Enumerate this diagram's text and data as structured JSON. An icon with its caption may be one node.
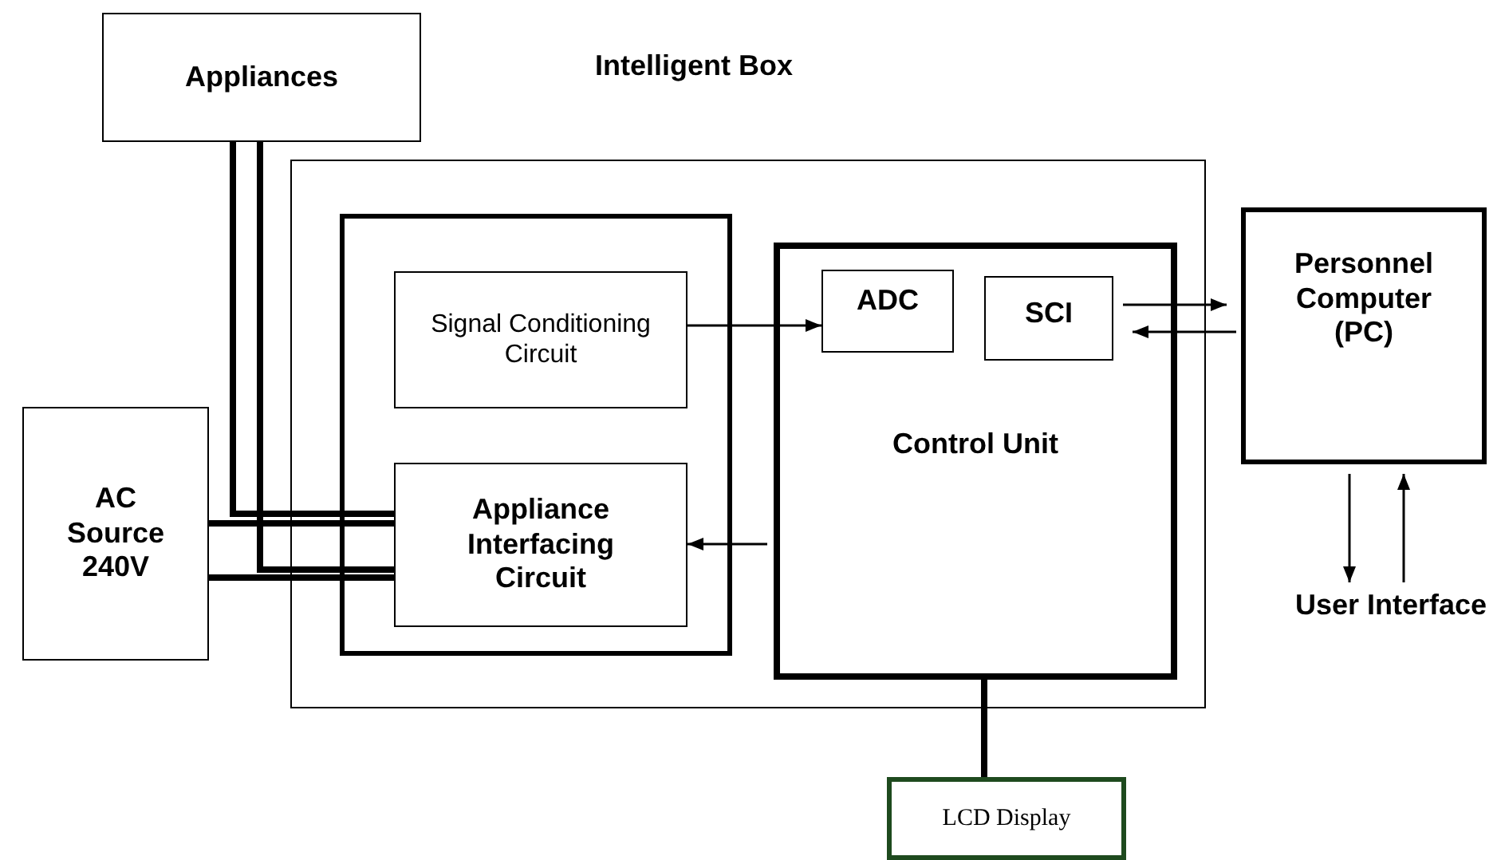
{
  "diagram": {
    "nodes": [
      {
        "text": [
          "Appliances"
        ]
      },
      {
        "text": [
          "Intelligent Box"
        ]
      },
      {
        "text": [],
        "shape": "box",
        "in": 1
      },
      {
        "text": [
          "Signal Conditioning Circuit"
        ],
        "in": 2
      },
      {
        "text": [
          "Appliance Interfacing Circuit"
        ],
        "in": 2
      },
      {
        "text": [
          "Control Unit"
        ],
        "in": 1
      },
      {
        "text": [
          "ADC"
        ],
        "in": 5
      },
      {
        "text": [
          "SCI"
        ],
        "in": 5
      },
      {
        "text": [
          "Personnel Computer (PC)"
        ]
      },
      {
        "text": [
          "User Interface"
        ]
      },
      {
        "text": [
          "AC Source 240V"
        ]
      },
      {
        "text": [
          "LCD Display"
        ]
      }
    ],
    "edges": [
      {
        "from": 10,
        "to": 4,
        "arrow": "none",
        "style": "thick"
      },
      {
        "from": 10,
        "to": 4,
        "arrow": "none",
        "style": "thick"
      },
      {
        "from": 0,
        "to": 4,
        "arrow": "none",
        "style": "thick"
      },
      {
        "from": 0,
        "to": 4,
        "arrow": "none",
        "style": "thick"
      },
      {
        "from": 3,
        "to": 6,
        "arrow": "to"
      },
      {
        "from": 5,
        "to": 4,
        "arrow": "to"
      },
      {
        "from": 7,
        "to": 8,
        "arrow": "to"
      },
      {
        "from": 8,
        "to": 7,
        "arrow": "to"
      },
      {
        "from": 8,
        "to": 9,
        "arrow": "to"
      },
      {
        "from": 9,
        "to": 8,
        "arrow": "to"
      },
      {
        "from": 5,
        "to": 11,
        "arrow": "none",
        "style": "thick"
      }
    ]
  }
}
